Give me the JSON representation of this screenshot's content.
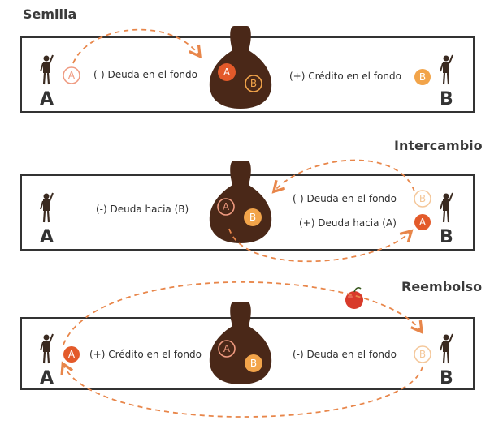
{
  "sections": [
    {
      "title": "Semilla",
      "left_person": "A",
      "right_person": "B",
      "left_label": "(-) Deuda en el fondo",
      "right_label": "(+) Crédito en el fondo",
      "left_token": "A",
      "right_token": "B",
      "pot_tokens": [
        "A",
        "B"
      ]
    },
    {
      "title": "Intercambio",
      "left_person": "A",
      "right_person": "B",
      "left_label": "(-) Deuda hacia (B)",
      "right_label_1": "(-) Deuda en el fondo",
      "right_label_2": "(+) Deuda hacia (A)",
      "right_token_1": "B",
      "right_token_2": "A",
      "pot_tokens": [
        "A",
        "B"
      ]
    },
    {
      "title": "Reembolso",
      "left_person": "A",
      "right_person": "B",
      "left_label": "(+) Crédito en el fondo",
      "right_label": "(-) Deuda en el fondo",
      "left_token": "A",
      "right_token": "B",
      "pot_tokens": [
        "A",
        "B"
      ]
    }
  ],
  "colors": {
    "arrow": "#e8864a",
    "token_a": "#e35a2a",
    "token_b": "#f2a44a",
    "pot": "#4a2818",
    "apple": "#d83a2a"
  }
}
